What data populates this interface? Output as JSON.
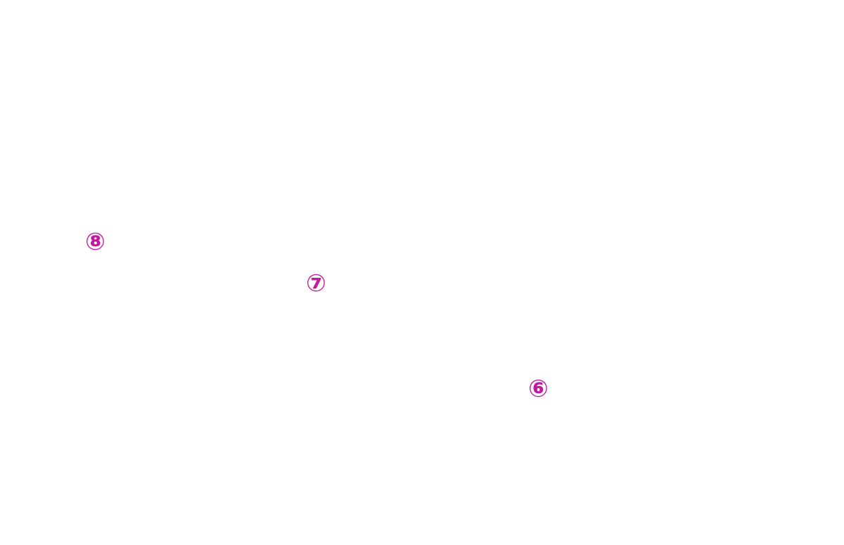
{
  "colors": {
    "background": "#ffffff",
    "marker": "#c4189f"
  },
  "markers": [
    {
      "label": "⑧"
    },
    {
      "label": "⑦"
    },
    {
      "label": "⑥"
    }
  ]
}
